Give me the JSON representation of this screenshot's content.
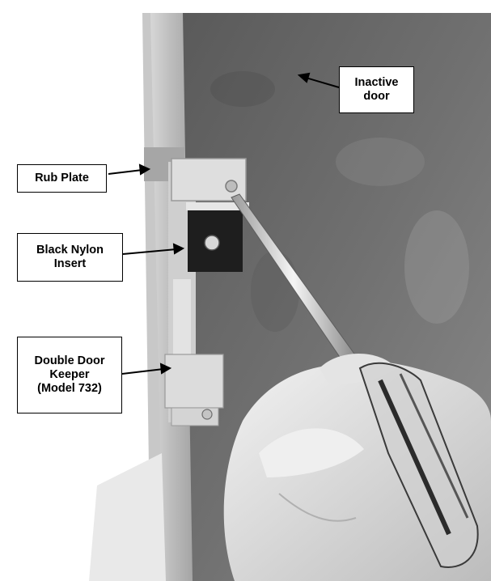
{
  "photo": {
    "subject": "hand-screwdriver-on-door-keeper",
    "palette": {
      "background": "#ffffff",
      "door_face": "#6f6f6f",
      "door_edge": "#b8b8b8",
      "keeper_body": "#dcdcdc",
      "nylon_insert": "#1e1e1e",
      "hand": "#dedede"
    }
  },
  "callouts": {
    "inactive_door": "Inactive\ndoor",
    "rub_plate": "Rub Plate",
    "black_nylon_insert": "Black Nylon\nInsert",
    "double_door_keeper": "Double Door\nKeeper\n(Model 732)"
  }
}
